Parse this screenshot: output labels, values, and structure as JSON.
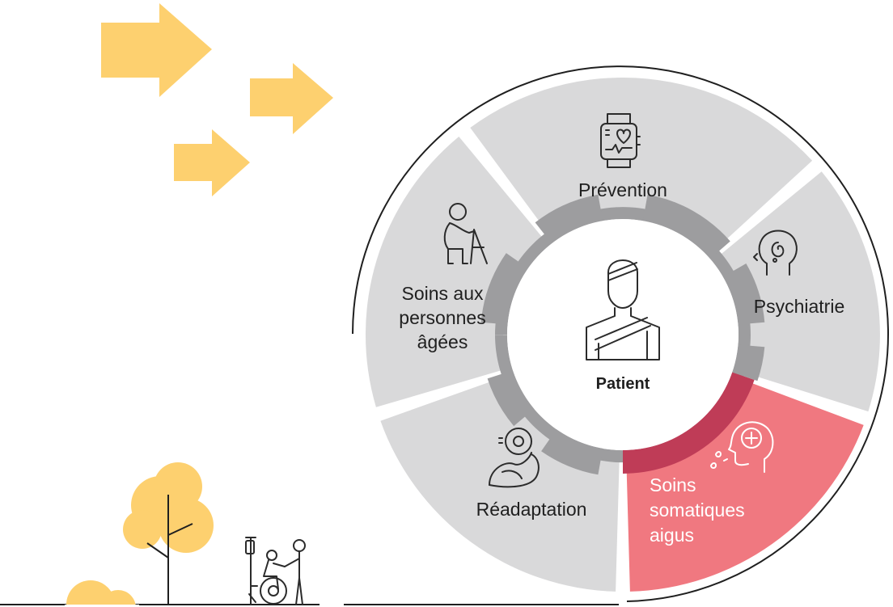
{
  "colors": {
    "segment_gray": "#d9d9da",
    "segment_highlight": "#f07880",
    "gear_gray": "#9d9d9f",
    "gear_highlight": "#bf3c57",
    "arrow_yellow": "#fdd06f",
    "tree_yellow": "#fdd06f",
    "line_dark": "#1f1f1f"
  },
  "center": {
    "label": "Patient",
    "icon": "patient-with-arm-sling-icon"
  },
  "segments": [
    {
      "id": "prevention",
      "label": "Prévention",
      "icon": "smartwatch-heart-icon",
      "highlighted": false
    },
    {
      "id": "psychiatrie",
      "label": "Psychiatrie",
      "icon": "head-with-brain-icon",
      "highlighted": false
    },
    {
      "id": "soins-somatiques-aigus",
      "label_lines": [
        "Soins",
        "somatiques",
        "aigus"
      ],
      "icon": "head-with-medical-cross-icon",
      "highlighted": true
    },
    {
      "id": "readaptation",
      "label": "Réadaptation",
      "icon": "arm-with-weight-icon",
      "highlighted": false
    },
    {
      "id": "soins-personnes-agees",
      "label_lines": [
        "Soins aux",
        "personnes",
        "âgées"
      ],
      "icon": "elderly-person-walker-icon",
      "highlighted": false
    }
  ],
  "decorations": [
    "arrow-icon",
    "arrow-icon",
    "arrow-icon",
    "tree-icon",
    "bush-icon",
    "wheelchair-caregiver-icon"
  ]
}
